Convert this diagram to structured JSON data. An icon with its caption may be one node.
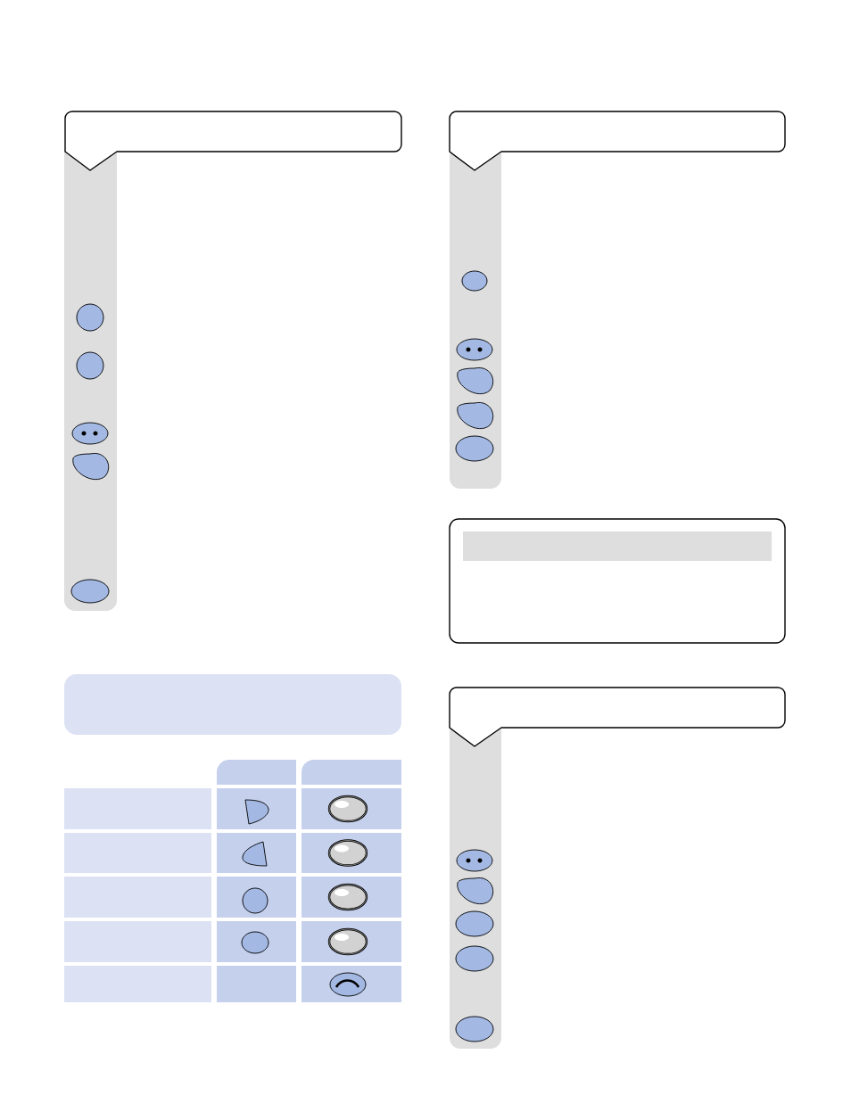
{
  "diagram": {
    "nodes": [
      {
        "text": [],
        "shape": "box"
      },
      {
        "text": [],
        "shape": "box"
      },
      {
        "text": [],
        "shape": "box"
      },
      {
        "text": [],
        "shape": "box"
      },
      {
        "text": [],
        "shape": "box"
      }
    ]
  }
}
